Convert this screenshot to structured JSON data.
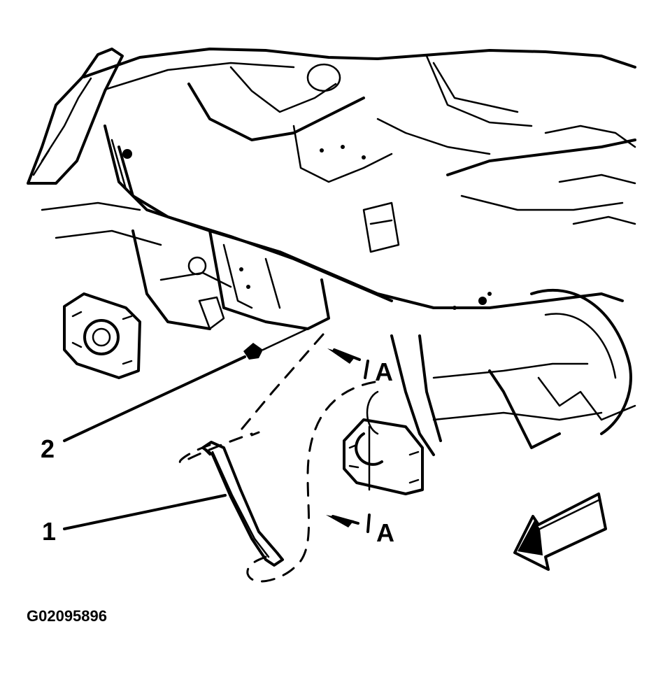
{
  "callouts": {
    "item_1": "1",
    "item_2": "2",
    "view_a_top": "A",
    "view_a_bottom": "A"
  },
  "figure_id": "G02095896",
  "colors": {
    "ink": "#000000",
    "paper": "#ffffff"
  },
  "icons": {
    "direction_arrow": "front-direction-arrow-icon"
  }
}
